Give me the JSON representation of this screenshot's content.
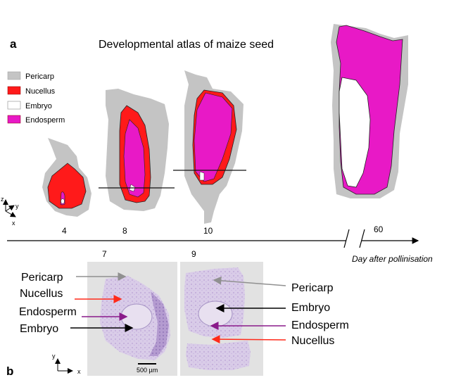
{
  "panel_a": {
    "label": "a",
    "title": "Developmental atlas of maize seed",
    "legend": [
      {
        "label": "Pericarp",
        "color": "#c4c4c4"
      },
      {
        "label": "Nucellus",
        "color": "#ff1a1a"
      },
      {
        "label": "Embryo",
        "color": "#ffffff"
      },
      {
        "label": "Endosperm",
        "color": "#e819c6"
      }
    ],
    "days": [
      "4",
      "8",
      "10",
      "60"
    ],
    "timeline_label": "Day after pollinisation",
    "axes": {
      "z": "z",
      "y": "y",
      "x": "x"
    }
  },
  "panel_b": {
    "label": "b",
    "days": [
      "7",
      "9"
    ],
    "left_labels": [
      "Pericarp",
      "Nucellus",
      "Endosperm",
      "Embryo"
    ],
    "right_labels": [
      "Pericarp",
      "Embryo",
      "Endosperm",
      "Nucellus"
    ],
    "scale_bar": "500 µm",
    "axes": {
      "y": "y",
      "x": "x"
    }
  },
  "colors": {
    "pericarp": "#c4c4c4",
    "nucellus": "#ff1a1a",
    "embryo": "#ffffff",
    "endosperm": "#e819c6",
    "arrow_gray": "#909090",
    "arrow_red": "#ff2a1a",
    "arrow_purple": "#8a1a8a",
    "arrow_black": "#000000",
    "tissue": "#d8cbe6"
  }
}
